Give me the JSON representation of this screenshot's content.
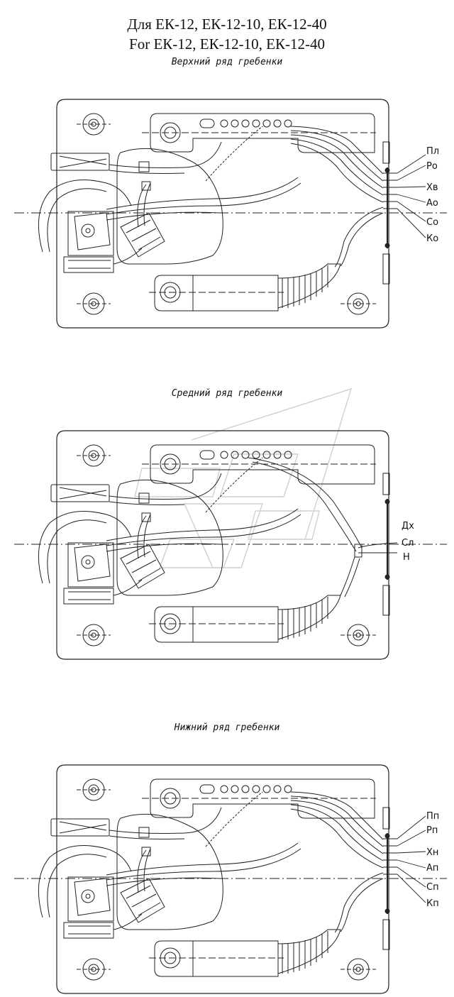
{
  "header": {
    "title_ru": "Для ЕК-12, ЕК-12-10, ЕК-12-40",
    "title_en": "For ЕК-12, ЕК-12-10, ЕК-12-40"
  },
  "sections": [
    {
      "caption": "Верхний ряд гребенки",
      "labels": [
        "Пл",
        "Ро",
        "Хв",
        "Ао",
        "Со",
        "Ко"
      ]
    },
    {
      "caption": "Средний ряд гребенки",
      "labels": [
        "Дх",
        "Сл",
        "Н"
      ]
    },
    {
      "caption": "Нижний ряд гребенки",
      "labels": [
        "Пп",
        "Рп",
        "Хн",
        "Ап",
        "Сп",
        "Кп"
      ]
    }
  ],
  "colors": {
    "line": "#222222",
    "watermark": "#cfcfcf"
  }
}
